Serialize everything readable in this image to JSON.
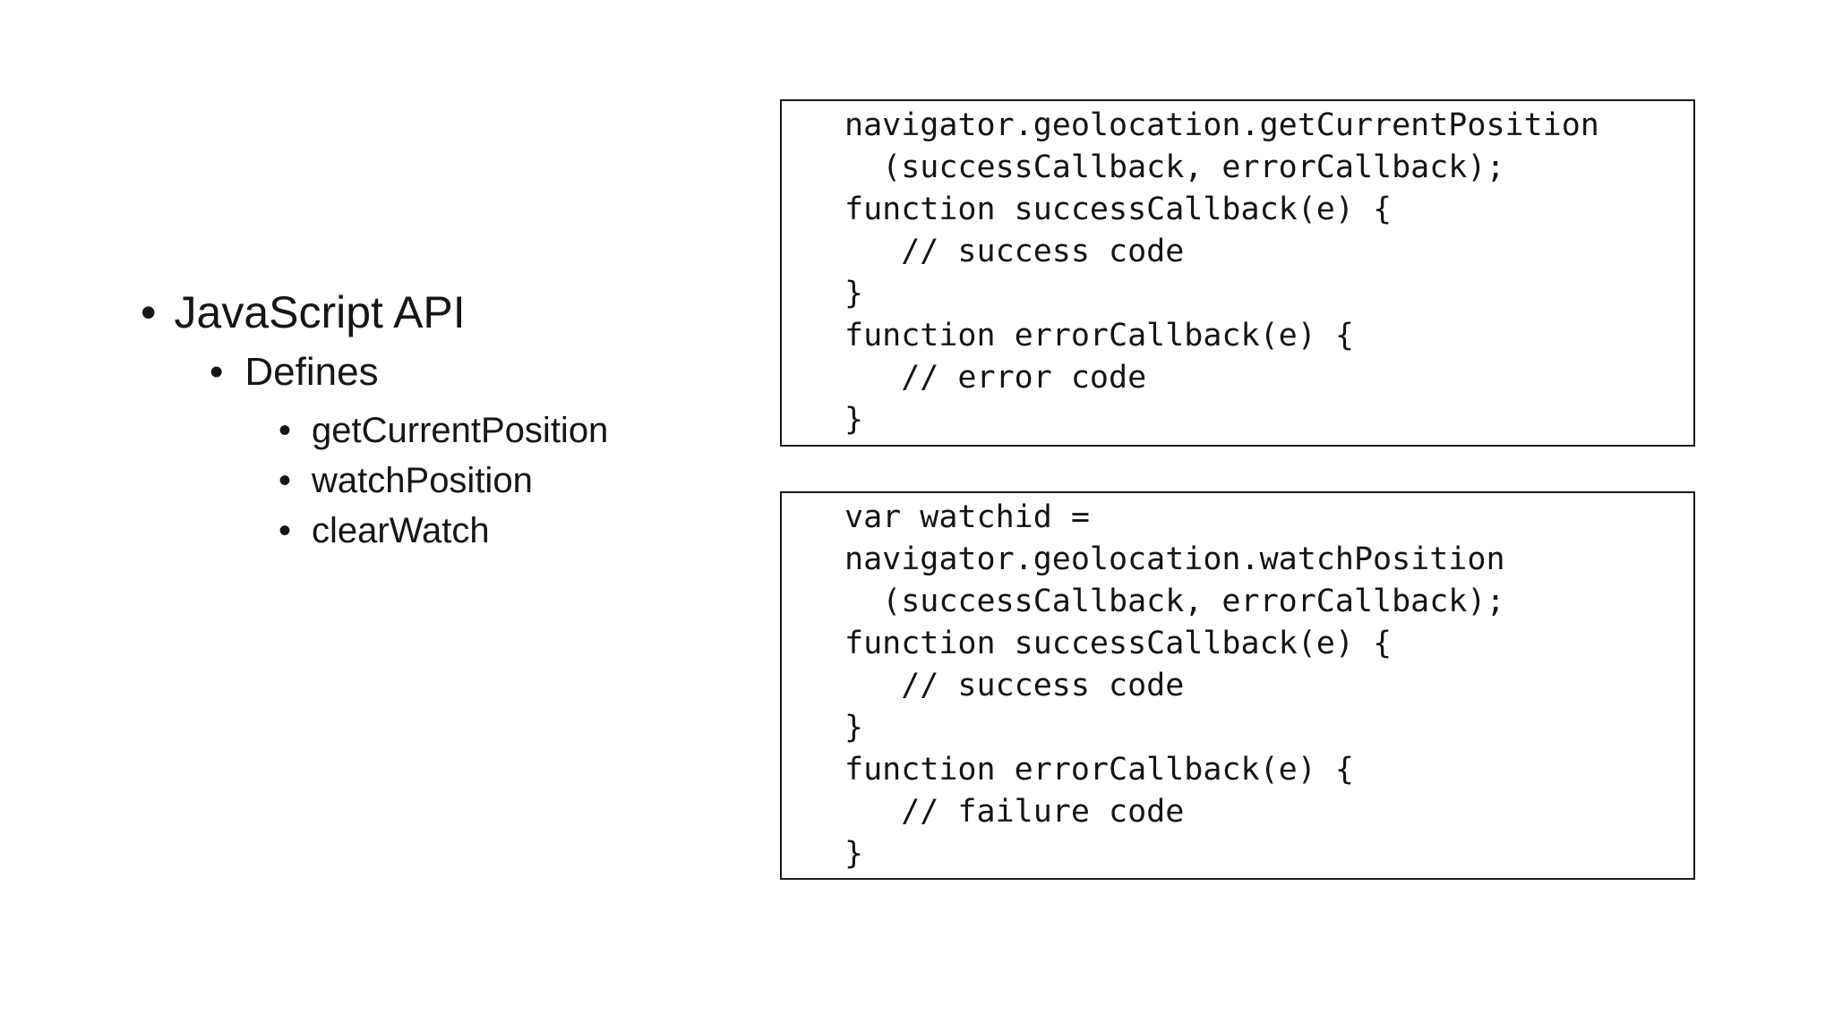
{
  "slide": {
    "background_color": "#ffffff",
    "text_color": "#161616",
    "box_border_color": "#1a1a1a",
    "bullet_glyph": "•"
  },
  "outline": {
    "level1": "JavaScript API",
    "level2": "Defines",
    "level3": [
      "getCurrentPosition",
      "watchPosition",
      "clearWatch"
    ]
  },
  "code_boxes": [
    {
      "lines": [
        "navigator.geolocation.getCurrentPosition",
        "  (successCallback, errorCallback);",
        "function successCallback(e) {",
        "   // success code",
        "}",
        "function errorCallback(e) {",
        "   // error code",
        "}"
      ]
    },
    {
      "lines": [
        "var watchid =",
        "navigator.geolocation.watchPosition",
        "  (successCallback, errorCallback);",
        "function successCallback(e) {",
        "   // success code",
        "}",
        "function errorCallback(e) {",
        "   // failure code",
        "}"
      ]
    }
  ]
}
